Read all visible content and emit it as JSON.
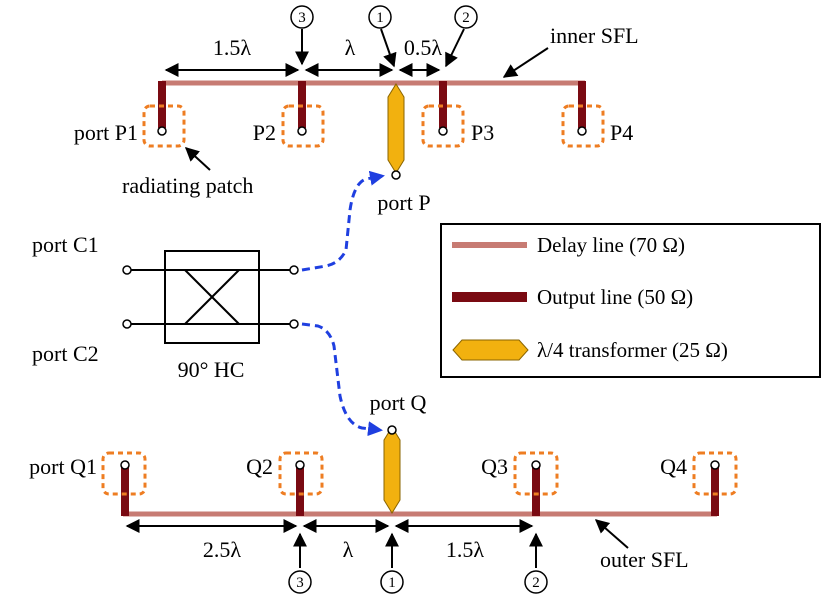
{
  "colors": {
    "delay_line": "#c77b73",
    "output_line": "#7a0a12",
    "transformer": "#f2b10f",
    "patch_border": "#ee7d22",
    "feed_dash": "#1f3fe0"
  },
  "top": {
    "name": "inner SFL",
    "dims": {
      "d1": "1.5λ",
      "d2": "λ",
      "d3": "0.5λ"
    },
    "markers": {
      "m3": "3",
      "m1": "1",
      "m2": "2"
    },
    "ports": {
      "p1": "port P1",
      "p2": "P2",
      "p3": "P3",
      "p4": "P4",
      "p": "port P"
    },
    "patch_note": "radiating patch"
  },
  "hybrid": {
    "label": "90° HC",
    "c1": "port C1",
    "c2": "port C2"
  },
  "legend": {
    "delay": "Delay line (70 Ω)",
    "output": "Output line (50 Ω)",
    "transformer": "λ/4 transformer (25 Ω)"
  },
  "bottom": {
    "name": "outer SFL",
    "dims": {
      "d1": "2.5λ",
      "d2": "λ",
      "d3": "1.5λ"
    },
    "markers": {
      "m3": "3",
      "m1": "1",
      "m2": "2"
    },
    "ports": {
      "q1": "port Q1",
      "q2": "Q2",
      "q3": "Q3",
      "q4": "Q4",
      "q": "port Q"
    }
  }
}
